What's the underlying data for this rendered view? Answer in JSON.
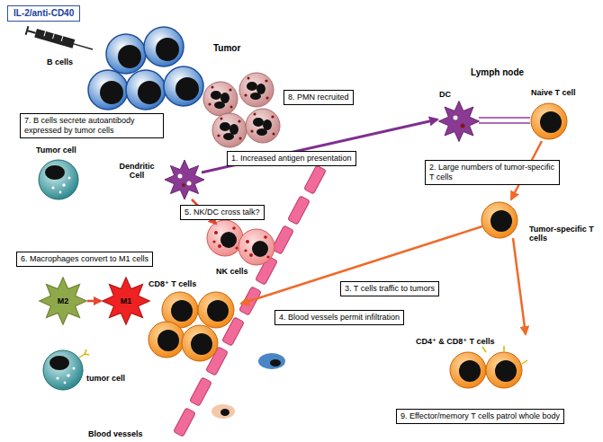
{
  "diagram": {
    "nodes": [
      {
        "text": [
          "IL-2/anti-CD40"
        ]
      },
      {
        "text": [
          "Tumor"
        ]
      },
      {
        "text": [
          "7. B cells secrete autoantibody expressed by tumor cells"
        ],
        "in": 1
      },
      {
        "text": [
          "8. PMN recruited"
        ],
        "in": 1
      },
      {
        "text": [
          "1. Increased antigen presentation"
        ],
        "in": 1
      },
      {
        "text": [
          "5. NK/DC cross talk?"
        ],
        "in": 1
      },
      {
        "text": [
          "6. Macrophages convert to M1 cells"
        ],
        "in": 1
      },
      {
        "text": [
          "4. Blood vessels permit infiltration"
        ],
        "in": 1
      },
      {
        "text": [
          "Lymph node"
        ]
      },
      {
        "text": [
          "2. Large numbers of tumor-specific T cells"
        ],
        "in": 8
      },
      {
        "text": [
          "3. T cells traffic to tumors"
        ]
      },
      {
        "text": [
          "9. Effector/memory T cells patrol whole body"
        ]
      }
    ],
    "labels": [
      "B cells",
      "Tumor cell",
      "Dendritic Cell",
      "NK cells",
      "M2",
      "M1",
      "CD8⁺ T cells",
      "tumor cell",
      "Blood vessels",
      "DC",
      "Naive T cell",
      "Tumor-specific T cells",
      "CD4⁺ & CD8⁺ T cells"
    ]
  }
}
